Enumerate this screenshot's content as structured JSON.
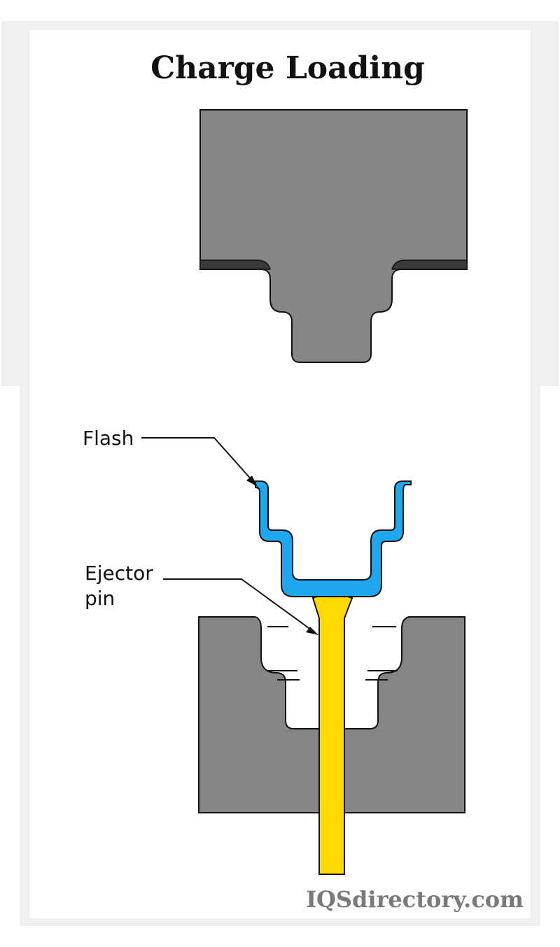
{
  "title": "Charge Loading",
  "labels": {
    "flash": "Flash",
    "ejector_line1": "Ejector",
    "ejector_line2": "pin"
  },
  "watermark": "IQSdirectory.com",
  "colors": {
    "die": "#878588",
    "die_edge": "#3a393b",
    "flash": "#1fa7ef",
    "ejector_pin": "#ffd900",
    "panel_bg": "#f0f0f0",
    "outline": "#111111"
  }
}
